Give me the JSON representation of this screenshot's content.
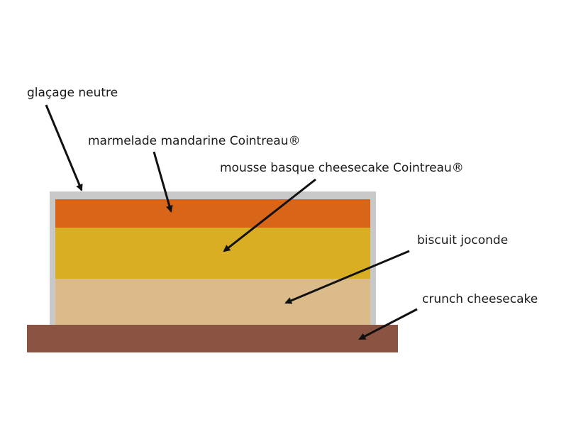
{
  "layers": {
    "glaze": {
      "label": "glaçage neutre",
      "color": "#c8c8c8"
    },
    "marmalade": {
      "label": "marmelade mandarine Cointreau®",
      "color": "#d86518"
    },
    "mousse": {
      "label": "mousse basque cheesecake Cointreau®",
      "color": "#d9ae23"
    },
    "biscuit": {
      "label": "biscuit joconde",
      "color": "#dbbb8a"
    },
    "crunch": {
      "label": "crunch cheesecake",
      "color": "#8b5442"
    }
  },
  "colors": {
    "background": "#ffffff",
    "arrow": "#111111",
    "text": "#1a1a1a"
  }
}
